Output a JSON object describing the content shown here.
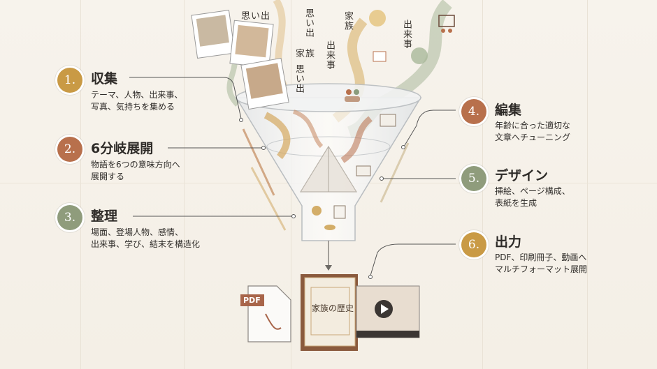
{
  "steps": [
    {
      "num": "1.",
      "title": "収集",
      "desc": [
        "テーマ、人物、出来事、",
        "写真、気持ちを集める"
      ],
      "color": "#c99a45"
    },
    {
      "num": "2.",
      "title": "6分岐展開",
      "desc": [
        "物語を6つの意味方向へ",
        "展開する"
      ],
      "color": "#b8704c"
    },
    {
      "num": "3.",
      "title": "整理",
      "desc": [
        "場面、登場人物、感情、",
        "出来事、学び、結末を構造化"
      ],
      "color": "#8f9c7c"
    },
    {
      "num": "4.",
      "title": "編集",
      "desc": [
        "年齢に合った適切な",
        "文章へチューニング"
      ],
      "color": "#b8704c"
    },
    {
      "num": "5.",
      "title": "デザイン",
      "desc": [
        "挿絵、ページ構成、",
        "表紙を生成"
      ],
      "color": "#8f9c7c"
    },
    {
      "num": "6.",
      "title": "出力",
      "desc": [
        "PDF、印刷冊子、動画へ",
        "マルチフォーマット展開"
      ],
      "color": "#c99a45"
    }
  ],
  "floating_words": [
    "思い出",
    "思い出",
    "家族",
    "出来事",
    "家族",
    "思い出",
    "出来事"
  ],
  "outputs": {
    "pdf_label": "PDF",
    "book_title": "家族の歴史"
  },
  "icons": [
    "photo-icon",
    "people-icon",
    "chat-icon",
    "play-icon",
    "document-icon",
    "chart-icon"
  ]
}
